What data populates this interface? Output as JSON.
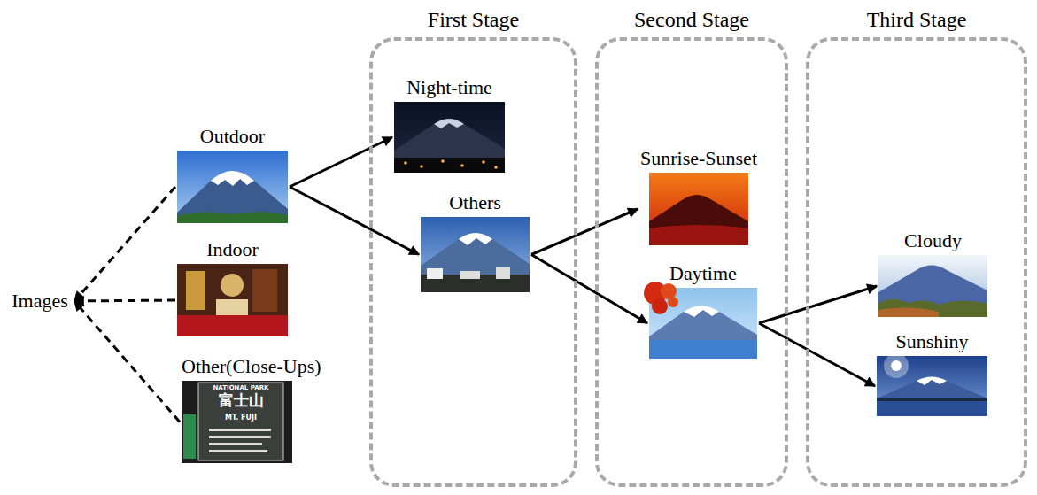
{
  "diagram": {
    "nodes": [
      {
        "text": [
          "Images"
        ]
      },
      {
        "text": [
          "Outdoor"
        ]
      },
      {
        "text": [
          "Indoor"
        ]
      },
      {
        "text": [
          "Other(Close-Ups)"
        ]
      },
      {
        "text": [
          "First Stage"
        ]
      },
      {
        "text": [
          "Night-time"
        ],
        "in": 4
      },
      {
        "text": [
          "Others"
        ],
        "in": 4
      },
      {
        "text": [
          "Second Stage"
        ]
      },
      {
        "text": [
          "Sunrise-Sunset"
        ],
        "in": 7
      },
      {
        "text": [
          "Daytime"
        ],
        "in": 7
      },
      {
        "text": [
          "Third Stage"
        ]
      },
      {
        "text": [
          "Cloudy"
        ],
        "in": 10
      },
      {
        "text": [
          "Sunshiny"
        ],
        "in": 10
      }
    ],
    "edges": [
      {
        "from": 1,
        "to": 0,
        "arrow": "to"
      },
      {
        "from": 2,
        "to": 0,
        "arrow": "to"
      },
      {
        "from": 3,
        "to": 0,
        "arrow": "to"
      },
      {
        "from": 1,
        "to": 5,
        "arrow": "to"
      },
      {
        "from": 1,
        "to": 6,
        "arrow": "to"
      },
      {
        "from": 6,
        "to": 8,
        "arrow": "to"
      },
      {
        "from": 6,
        "to": 9,
        "arrow": "to"
      },
      {
        "from": 9,
        "to": 11,
        "arrow": "to"
      },
      {
        "from": 9,
        "to": 12,
        "arrow": "to"
      }
    ],
    "labels": [
      "NATIONAL PARK",
      "富士山",
      "MT. FUJI"
    ]
  }
}
